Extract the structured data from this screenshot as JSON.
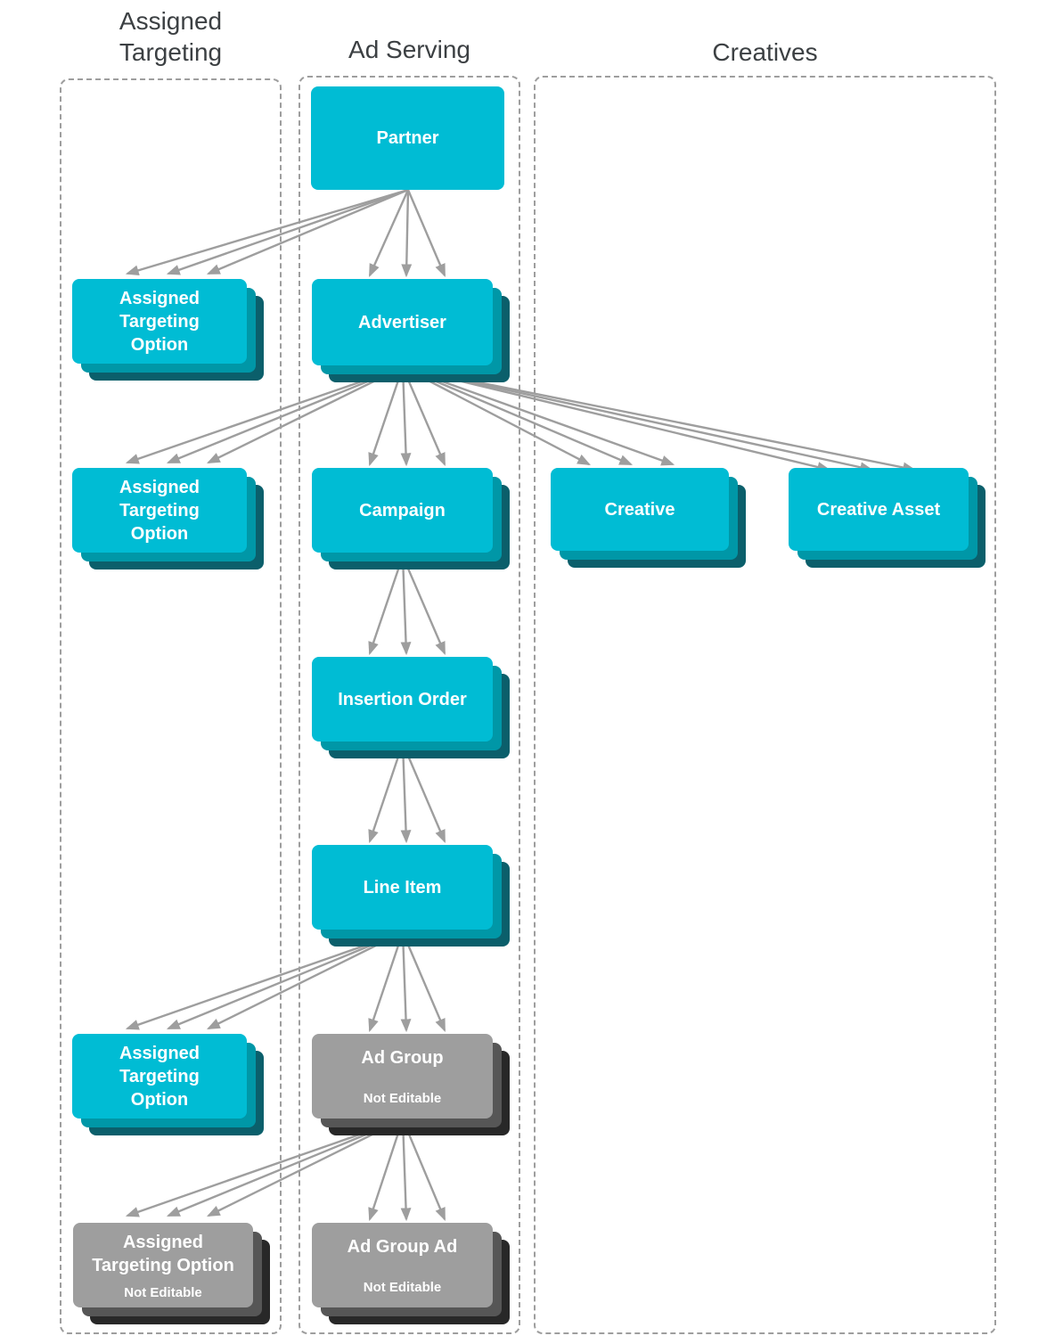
{
  "columns": {
    "assigned_targeting": {
      "title": "Assigned\nTargeting"
    },
    "ad_serving": {
      "title": "Ad Serving"
    },
    "creatives": {
      "title": "Creatives"
    }
  },
  "nodes": {
    "partner": {
      "label": "Partner"
    },
    "assigned_targeting_option_1": {
      "label": "Assigned\nTargeting\nOption"
    },
    "advertiser": {
      "label": "Advertiser"
    },
    "assigned_targeting_option_2": {
      "label": "Assigned\nTargeting\nOption"
    },
    "campaign": {
      "label": "Campaign"
    },
    "creative": {
      "label": "Creative"
    },
    "creative_asset": {
      "label": "Creative Asset"
    },
    "insertion_order": {
      "label": "Insertion Order"
    },
    "line_item": {
      "label": "Line Item"
    },
    "assigned_targeting_option_3": {
      "label": "Assigned\nTargeting\nOption"
    },
    "ad_group": {
      "label": "Ad Group",
      "sublabel": "Not Editable"
    },
    "assigned_targeting_option_4": {
      "label": "Assigned\nTargeting Option",
      "sublabel": "Not Editable"
    },
    "ad_group_ad": {
      "label": "Ad Group Ad",
      "sublabel": "Not Editable"
    }
  },
  "edges": [
    {
      "from": "partner",
      "to": "assigned_targeting_option_1",
      "arrows": 3
    },
    {
      "from": "partner",
      "to": "advertiser",
      "arrows": 3
    },
    {
      "from": "advertiser",
      "to": "assigned_targeting_option_2",
      "arrows": 3
    },
    {
      "from": "advertiser",
      "to": "campaign",
      "arrows": 3
    },
    {
      "from": "advertiser",
      "to": "creative",
      "arrows": 3
    },
    {
      "from": "advertiser",
      "to": "creative_asset",
      "arrows": 3
    },
    {
      "from": "campaign",
      "to": "insertion_order",
      "arrows": 3
    },
    {
      "from": "insertion_order",
      "to": "line_item",
      "arrows": 3
    },
    {
      "from": "line_item",
      "to": "assigned_targeting_option_3",
      "arrows": 3
    },
    {
      "from": "line_item",
      "to": "ad_group",
      "arrows": 3
    },
    {
      "from": "ad_group",
      "to": "assigned_targeting_option_4",
      "arrows": 3
    },
    {
      "from": "ad_group",
      "to": "ad_group_ad",
      "arrows": 3
    }
  ],
  "colors": {
    "node_teal": "#00BCD4",
    "node_teal_layer2": "#0097A7",
    "node_teal_layer3": "#0B5F6B",
    "node_gray": "#9E9E9E",
    "node_gray_layer2": "#565656",
    "node_gray_layer3": "#282828",
    "arrow": "#9E9E9E",
    "dashed_border": "#9E9E9E",
    "heading_text": "#3C4043",
    "node_text": "#FFFFFF"
  }
}
